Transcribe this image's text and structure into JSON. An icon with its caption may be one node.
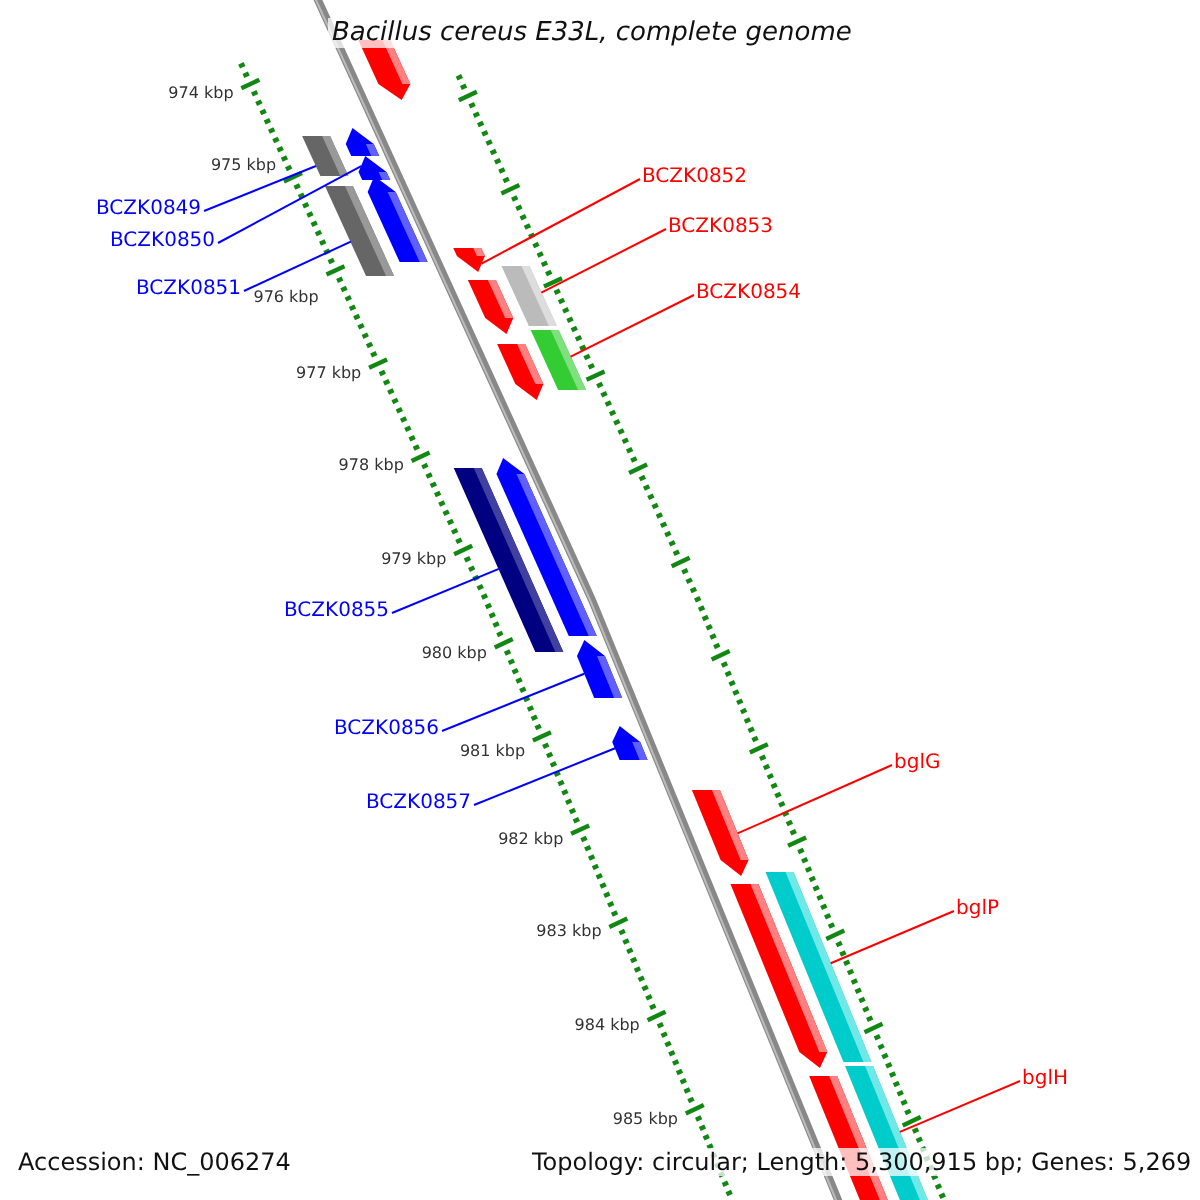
{
  "diagram": {
    "title": "Bacillus cereus E33L, complete genome",
    "nodes": [
      {
        "text": [
          "BCZK0849"
        ]
      },
      {
        "text": [
          "BCZK0850"
        ]
      },
      {
        "text": [
          "BCZK0851"
        ]
      },
      {
        "text": [
          "BCZK0852"
        ]
      },
      {
        "text": [
          "BCZK0853"
        ]
      },
      {
        "text": [
          "BCZK0854"
        ]
      },
      {
        "text": [
          "BCZK0855"
        ]
      },
      {
        "text": [
          "BCZK0856"
        ]
      },
      {
        "text": [
          "BCZK0857"
        ]
      },
      {
        "text": [
          "bglG"
        ]
      },
      {
        "text": [
          "bglP"
        ]
      },
      {
        "text": [
          "bglH"
        ]
      },
      {
        "text": [],
        "shape": "pentagon"
      },
      {
        "text": [],
        "shape": "box"
      },
      {
        "text": [],
        "shape": "pentagon"
      },
      {
        "text": [],
        "shape": "pentagon"
      },
      {
        "text": [],
        "shape": "box"
      },
      {
        "text": [],
        "shape": "pentagon"
      },
      {
        "text": [],
        "shape": "pentagon"
      },
      {
        "text": [],
        "shape": "pentagon"
      },
      {
        "text": [],
        "shape": "box"
      },
      {
        "text": [],
        "shape": "pentagon"
      },
      {
        "text": [],
        "shape": "box"
      },
      {
        "text": [],
        "shape": "box"
      },
      {
        "text": [],
        "shape": "pentagon"
      },
      {
        "text": [],
        "shape": "pentagon"
      },
      {
        "text": [],
        "shape": "pentagon"
      },
      {
        "text": [],
        "shape": "pentagon"
      },
      {
        "text": [],
        "shape": "pentagon"
      },
      {
        "text": [],
        "shape": "box"
      },
      {
        "text": [],
        "shape": "box"
      },
      {
        "text": [],
        "shape": "box"
      }
    ],
    "edges": [
      {
        "from": 0,
        "to": 13,
        "arrow": "none",
        "color": "#0000ff"
      },
      {
        "from": 1,
        "to": 15,
        "arrow": "none",
        "color": "#0000ff"
      },
      {
        "from": 2,
        "to": 16,
        "arrow": "none",
        "color": "#0000ff"
      },
      {
        "from": 3,
        "to": 18,
        "arrow": "none",
        "color": "#ff0000"
      },
      {
        "from": 4,
        "to": 20,
        "arrow": "none",
        "color": "#ff0000"
      },
      {
        "from": 5,
        "to": 22,
        "arrow": "none",
        "color": "#ff0000"
      },
      {
        "from": 6,
        "to": 23,
        "arrow": "none",
        "color": "#0000ff"
      },
      {
        "from": 7,
        "to": 25,
        "arrow": "none",
        "color": "#0000ff"
      },
      {
        "from": 8,
        "to": 26,
        "arrow": "none",
        "color": "#0000ff"
      },
      {
        "from": 9,
        "to": 27,
        "arrow": "none",
        "color": "#ff0000"
      },
      {
        "from": 10,
        "to": 29,
        "arrow": "none",
        "color": "#ff0000"
      },
      {
        "from": 11,
        "to": 31,
        "arrow": "none",
        "color": "#ff0000"
      }
    ],
    "labels": [
      "974 kbp",
      "975 kbp",
      "976 kbp",
      "977 kbp",
      "978 kbp",
      "979 kbp",
      "980 kbp",
      "981 kbp",
      "982 kbp",
      "983 kbp",
      "984 kbp",
      "985 kbp",
      "Accession: NC_006274",
      "Topology: circular; Length: 5,300,915 bp; Genes: 5,269"
    ]
  }
}
